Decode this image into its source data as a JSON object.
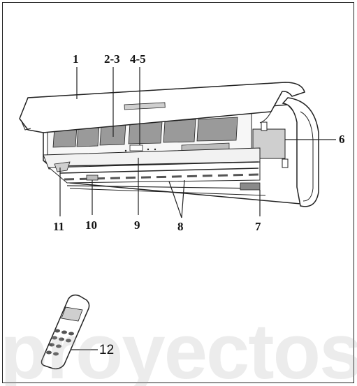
{
  "callouts": {
    "c1": "1",
    "c2_3": "2-3",
    "c4_5": "4-5",
    "c6": "6",
    "c7": "7",
    "c8": "8",
    "c9": "9",
    "c10": "10",
    "c11": "11",
    "c12": "12"
  },
  "watermark": "proyectos",
  "colors": {
    "line": "#222222",
    "filter_gray": "#9a9a9a",
    "panel_light": "#f2f2f2",
    "shade": "#cfcfcf"
  }
}
